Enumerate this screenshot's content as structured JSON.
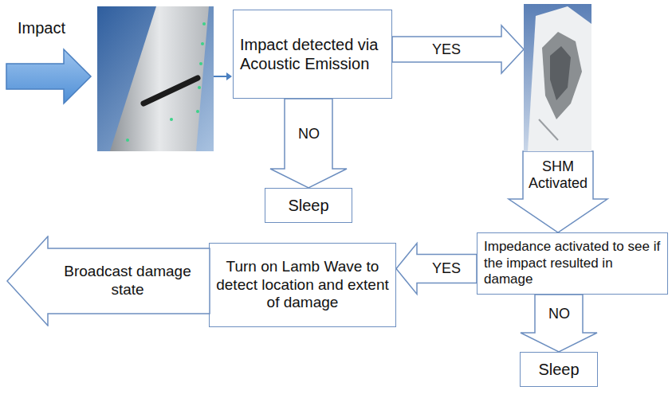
{
  "diagram": {
    "nodes": [
      {
        "text": [
          "Impact detected via Acoustic Emission"
        ]
      },
      {
        "text": [
          "Sleep"
        ]
      },
      {
        "text": [
          "Impedance activated to see if the impact resulted in damage"
        ]
      },
      {
        "text": [
          "Sleep"
        ]
      },
      {
        "text": [
          "Turn on Lamb Wave to detect location and extent of damage"
        ]
      },
      {
        "text": [
          "Broadcast damage state"
        ]
      }
    ],
    "edges": [
      {
        "from": 0,
        "to": 1,
        "label": "NO",
        "arrow": "to"
      },
      {
        "from": 0,
        "to": 2,
        "label": "YES",
        "arrow": "to"
      },
      {
        "from": 2,
        "to": 3,
        "label": "NO",
        "arrow": "to"
      },
      {
        "from": 2,
        "to": 4,
        "label": "YES",
        "arrow": "to"
      }
    ],
    "labels": [
      "Impact",
      "SHM Activated"
    ]
  }
}
